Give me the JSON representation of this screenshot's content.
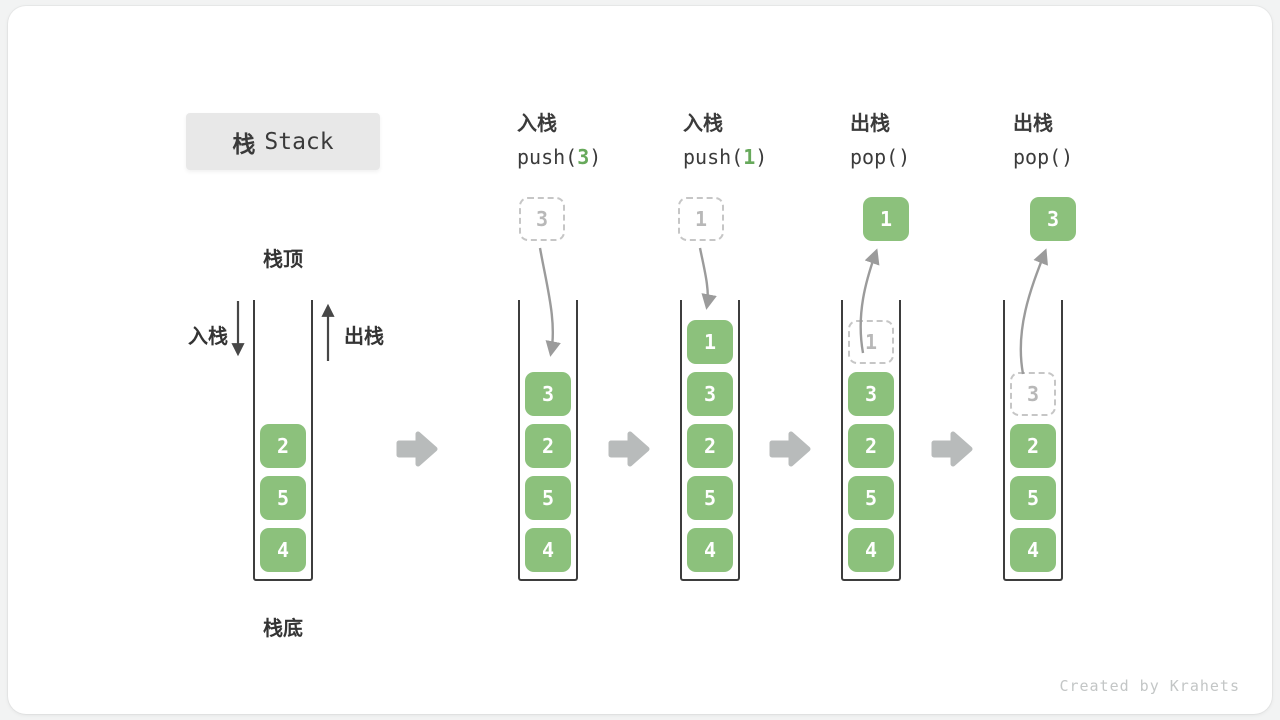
{
  "title": {
    "zh": "栈",
    "en": "Stack"
  },
  "footer": {
    "credit": "Created by Krahets"
  },
  "side": {
    "top": "栈顶",
    "bottom": "栈底",
    "push": "入栈",
    "pop": "出栈"
  },
  "steps": [
    {
      "name": "initial",
      "cells": [
        "2",
        "5",
        "4"
      ]
    },
    {
      "name": "push-3",
      "op": "入栈",
      "code_pre": "push(",
      "code_arg": "3",
      "code_post": ")",
      "float": "3",
      "cells": [
        "3",
        "2",
        "5",
        "4"
      ]
    },
    {
      "name": "push-1",
      "op": "入栈",
      "code_pre": "push(",
      "code_arg": "1",
      "code_post": ")",
      "float": "1",
      "cells": [
        "1",
        "3",
        "2",
        "5",
        "4"
      ]
    },
    {
      "name": "pop-1",
      "op": "出栈",
      "code_pre": "pop()",
      "code_arg": "",
      "code_post": "",
      "float": "1",
      "ghost": "1",
      "cells": [
        "3",
        "2",
        "5",
        "4"
      ]
    },
    {
      "name": "pop-3",
      "op": "出栈",
      "code_pre": "pop()",
      "code_arg": "",
      "code_post": "",
      "float": "3",
      "ghost": "3",
      "cells": [
        "2",
        "5",
        "4"
      ]
    }
  ],
  "colors": {
    "cell_green": "#8CC17C",
    "code_arg_green": "#67A95B",
    "ghost_border": "#C6C6C6",
    "ghost_text": "#B8B8B8",
    "curve_arrow_gray": "#9B9B9B",
    "flow_arrow_gray": "#B8BBBB",
    "stack_outline": "#3D3D3D",
    "title_box_bg": "#E8E8E8"
  }
}
